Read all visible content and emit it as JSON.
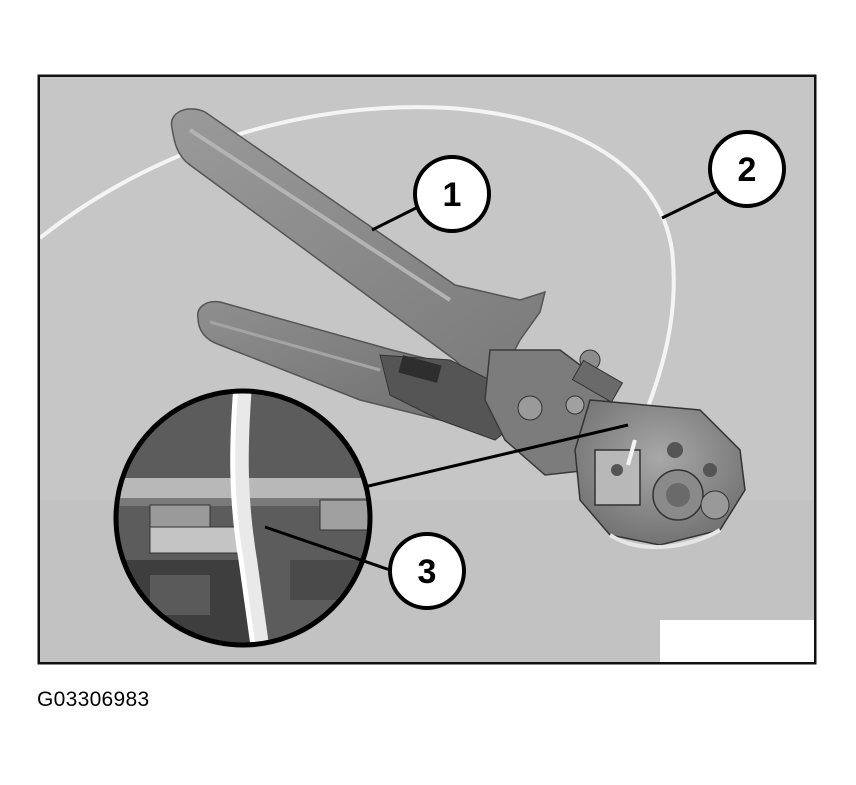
{
  "figure": {
    "callouts": [
      {
        "number": "1"
      },
      {
        "number": "2"
      },
      {
        "number": "3"
      }
    ],
    "figure_id": "G03306983"
  }
}
